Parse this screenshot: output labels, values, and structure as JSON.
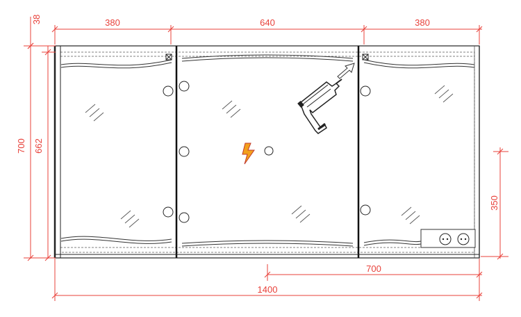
{
  "dimensions": {
    "top_left_width": "380",
    "top_center_width": "640",
    "top_right_width": "380",
    "top_offset": "38",
    "overall_height": "700",
    "door_height": "662",
    "socket_height": "350",
    "socket_span": "700",
    "overall_width": "1400"
  },
  "colors": {
    "dimension": "#e8413a",
    "outline": "#222222",
    "lightning": "#f2a01c"
  },
  "icons": [
    "drill-icon",
    "lightning-icon",
    "arrow-icon"
  ]
}
